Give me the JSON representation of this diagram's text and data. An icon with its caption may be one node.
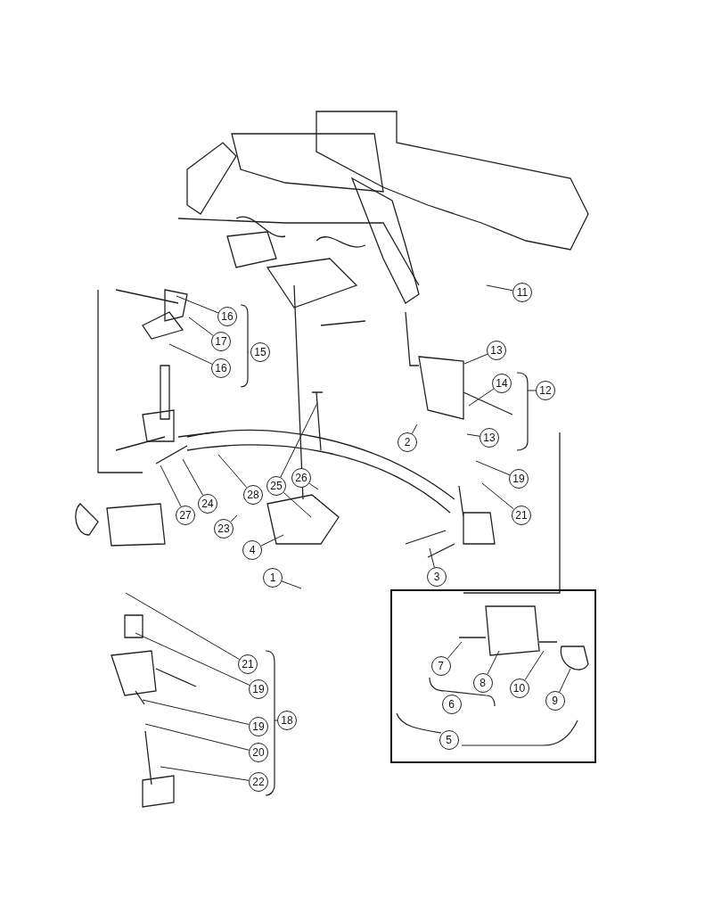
{
  "diagram": {
    "nodes": [
      {
        "text": [
          "16"
        ]
      },
      {
        "text": [
          "11"
        ]
      },
      {
        "text": [
          "17"
        ]
      },
      {
        "text": [
          "13"
        ]
      },
      {
        "text": [
          "15"
        ]
      },
      {
        "text": [
          "16"
        ]
      },
      {
        "text": [
          "14"
        ]
      },
      {
        "text": [
          "12"
        ]
      },
      {
        "text": [
          "2"
        ]
      },
      {
        "text": [
          "13"
        ]
      },
      {
        "text": [
          "19"
        ]
      },
      {
        "text": [
          "26"
        ]
      },
      {
        "text": [
          "25"
        ]
      },
      {
        "text": [
          "28"
        ]
      },
      {
        "text": [
          "24"
        ]
      },
      {
        "text": [
          "27"
        ]
      },
      {
        "text": [
          "21"
        ]
      },
      {
        "text": [
          "23"
        ]
      },
      {
        "text": [
          "4"
        ]
      },
      {
        "text": [
          "1"
        ]
      },
      {
        "text": [
          "3"
        ]
      },
      {
        "text": [],
        "shape": "box"
      },
      {
        "text": [
          "21"
        ]
      },
      {
        "text": [
          "7"
        ],
        "in": 21
      },
      {
        "text": [
          "8"
        ],
        "in": 21
      },
      {
        "text": [
          "10"
        ],
        "in": 21
      },
      {
        "text": [
          "19"
        ]
      },
      {
        "text": [
          "9"
        ],
        "in": 21
      },
      {
        "text": [
          "6"
        ],
        "in": 21
      },
      {
        "text": [
          "18"
        ]
      },
      {
        "text": [
          "19"
        ]
      },
      {
        "text": [
          "5"
        ],
        "in": 21
      },
      {
        "text": [
          "20"
        ]
      },
      {
        "text": [
          "22"
        ]
      }
    ],
    "edges": [
      {
        "from": 0,
        "to": null,
        "arrow": "none"
      },
      {
        "from": 1,
        "to": null,
        "arrow": "none"
      },
      {
        "from": 2,
        "to": null,
        "arrow": "none"
      },
      {
        "from": 3,
        "to": null,
        "arrow": "none"
      },
      {
        "from": 5,
        "to": null,
        "arrow": "none"
      },
      {
        "from": 6,
        "to": null,
        "arrow": "none"
      },
      {
        "from": 8,
        "to": null,
        "arrow": "none"
      },
      {
        "from": 9,
        "to": null,
        "arrow": "none"
      },
      {
        "from": 10,
        "to": null,
        "arrow": "none"
      },
      {
        "from": 11,
        "to": null,
        "arrow": "none"
      },
      {
        "from": 12,
        "to": null,
        "arrow": "none"
      },
      {
        "from": 12,
        "to": null,
        "arrow": "none"
      },
      {
        "from": 13,
        "to": null,
        "arrow": "none"
      },
      {
        "from": 14,
        "to": null,
        "arrow": "none"
      },
      {
        "from": 15,
        "to": null,
        "arrow": "none"
      },
      {
        "from": 16,
        "to": null,
        "arrow": "none"
      },
      {
        "from": 17,
        "to": null,
        "arrow": "none"
      },
      {
        "from": 18,
        "to": null,
        "arrow": "none"
      },
      {
        "from": 19,
        "to": null,
        "arrow": "none"
      },
      {
        "from": 20,
        "to": null,
        "arrow": "none"
      },
      {
        "from": 22,
        "to": null,
        "arrow": "none"
      },
      {
        "from": 23,
        "to": null,
        "arrow": "none"
      },
      {
        "from": 24,
        "to": null,
        "arrow": "none"
      },
      {
        "from": 25,
        "to": null,
        "arrow": "none"
      },
      {
        "from": 26,
        "to": null,
        "arrow": "none"
      },
      {
        "from": 27,
        "to": null,
        "arrow": "none"
      },
      {
        "from": 30,
        "to": null,
        "arrow": "none"
      },
      {
        "from": 32,
        "to": null,
        "arrow": "none"
      },
      {
        "from": 33,
        "to": null,
        "arrow": "none"
      }
    ]
  }
}
